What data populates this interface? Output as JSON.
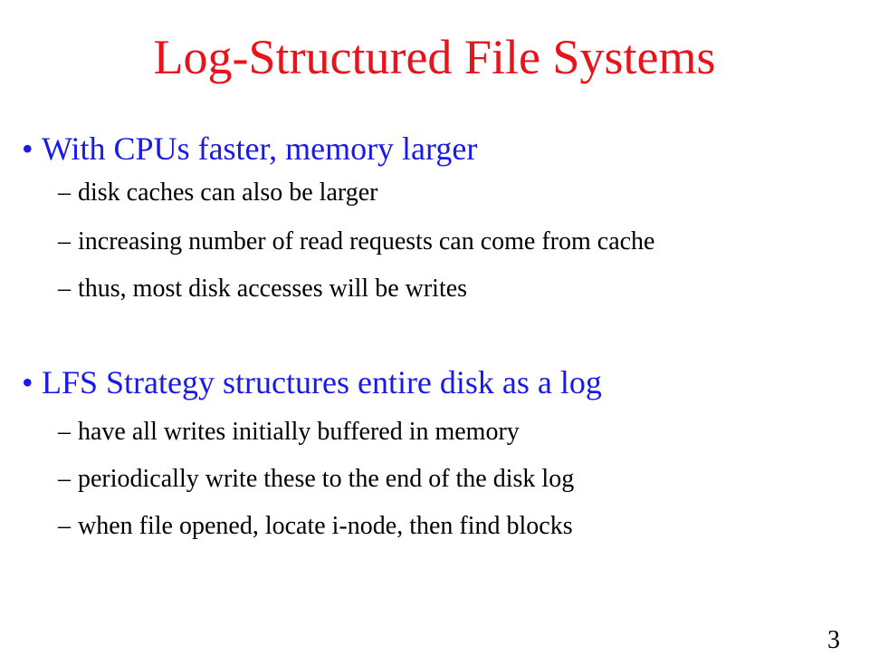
{
  "slide": {
    "title": "Log-Structured File Systems",
    "page_number": "3",
    "bullets": [
      {
        "marker": "•",
        "text": "With CPUs faster, memory larger",
        "sub_marker": "–",
        "subitems": [
          "disk caches can also be larger",
          "increasing number of read requests can come from cache",
          "thus, most disk accesses will be writes"
        ]
      },
      {
        "marker": "•",
        "text": "LFS Strategy structures entire disk as a log",
        "sub_marker": "–",
        "subitems": [
          "have all writes initially buffered in memory",
          "periodically write these to the end of the disk log",
          "when file opened, locate i-node, then find blocks"
        ]
      }
    ]
  },
  "colors": {
    "title": "#e8141b",
    "bullet": "#1a1ae8",
    "subitem": "#000000",
    "background": "#ffffff"
  }
}
